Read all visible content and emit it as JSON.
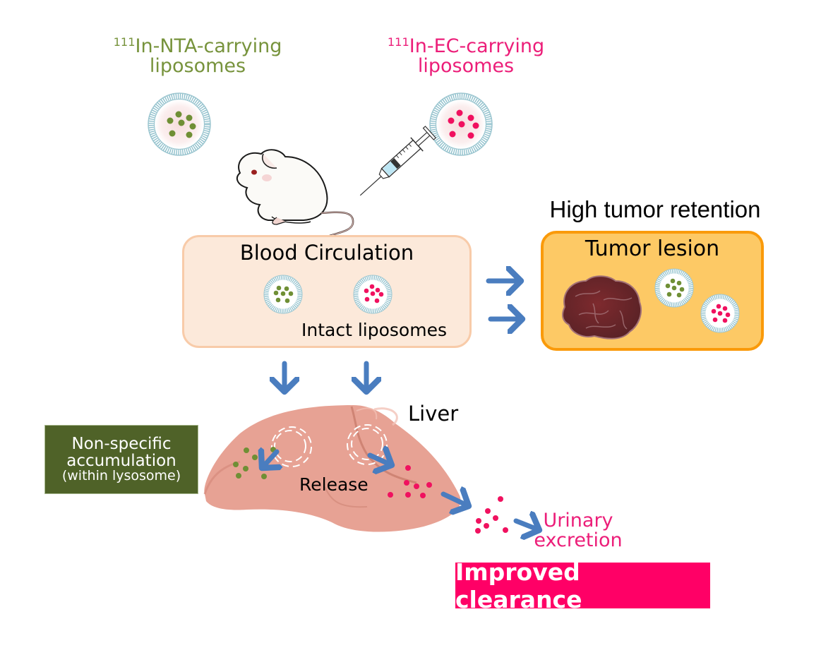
{
  "figure": {
    "liposome_types": [
      {
        "isotope": "111",
        "label_main": "In-NTA-carrying",
        "label_line2": "liposomes",
        "color": "#77933c",
        "dot_color": "#6f8f35"
      },
      {
        "isotope": "111",
        "label_main": "In-EC-carrying",
        "label_line2": "liposomes",
        "color": "#ec1e79",
        "dot_color": "#f0115f"
      }
    ],
    "blood": {
      "title": "Blood Circulation",
      "subtitle": "Intact liposomes"
    },
    "tumor": {
      "heading": "High tumor retention",
      "title": "Tumor lesion"
    },
    "liver": {
      "label": "Liver",
      "release_label": "Release"
    },
    "nonspecific": {
      "line1": "Non-specific",
      "line2": "accumulation",
      "line3": "(within lysosome)"
    },
    "urinary": {
      "line1": "Urinary",
      "line2": "excretion"
    },
    "clearance": {
      "label": "Improved clearance"
    },
    "icons": [
      "liposome-icon",
      "mouse-icon",
      "syringe-icon",
      "tumor-icon",
      "liver-icon",
      "arrow-icon"
    ],
    "colors": {
      "arrow": "#4a7dbf",
      "green": "#77933c",
      "pink": "#ec1e79",
      "liver": "#e7a294",
      "membrane": "#8fc0cc"
    }
  }
}
